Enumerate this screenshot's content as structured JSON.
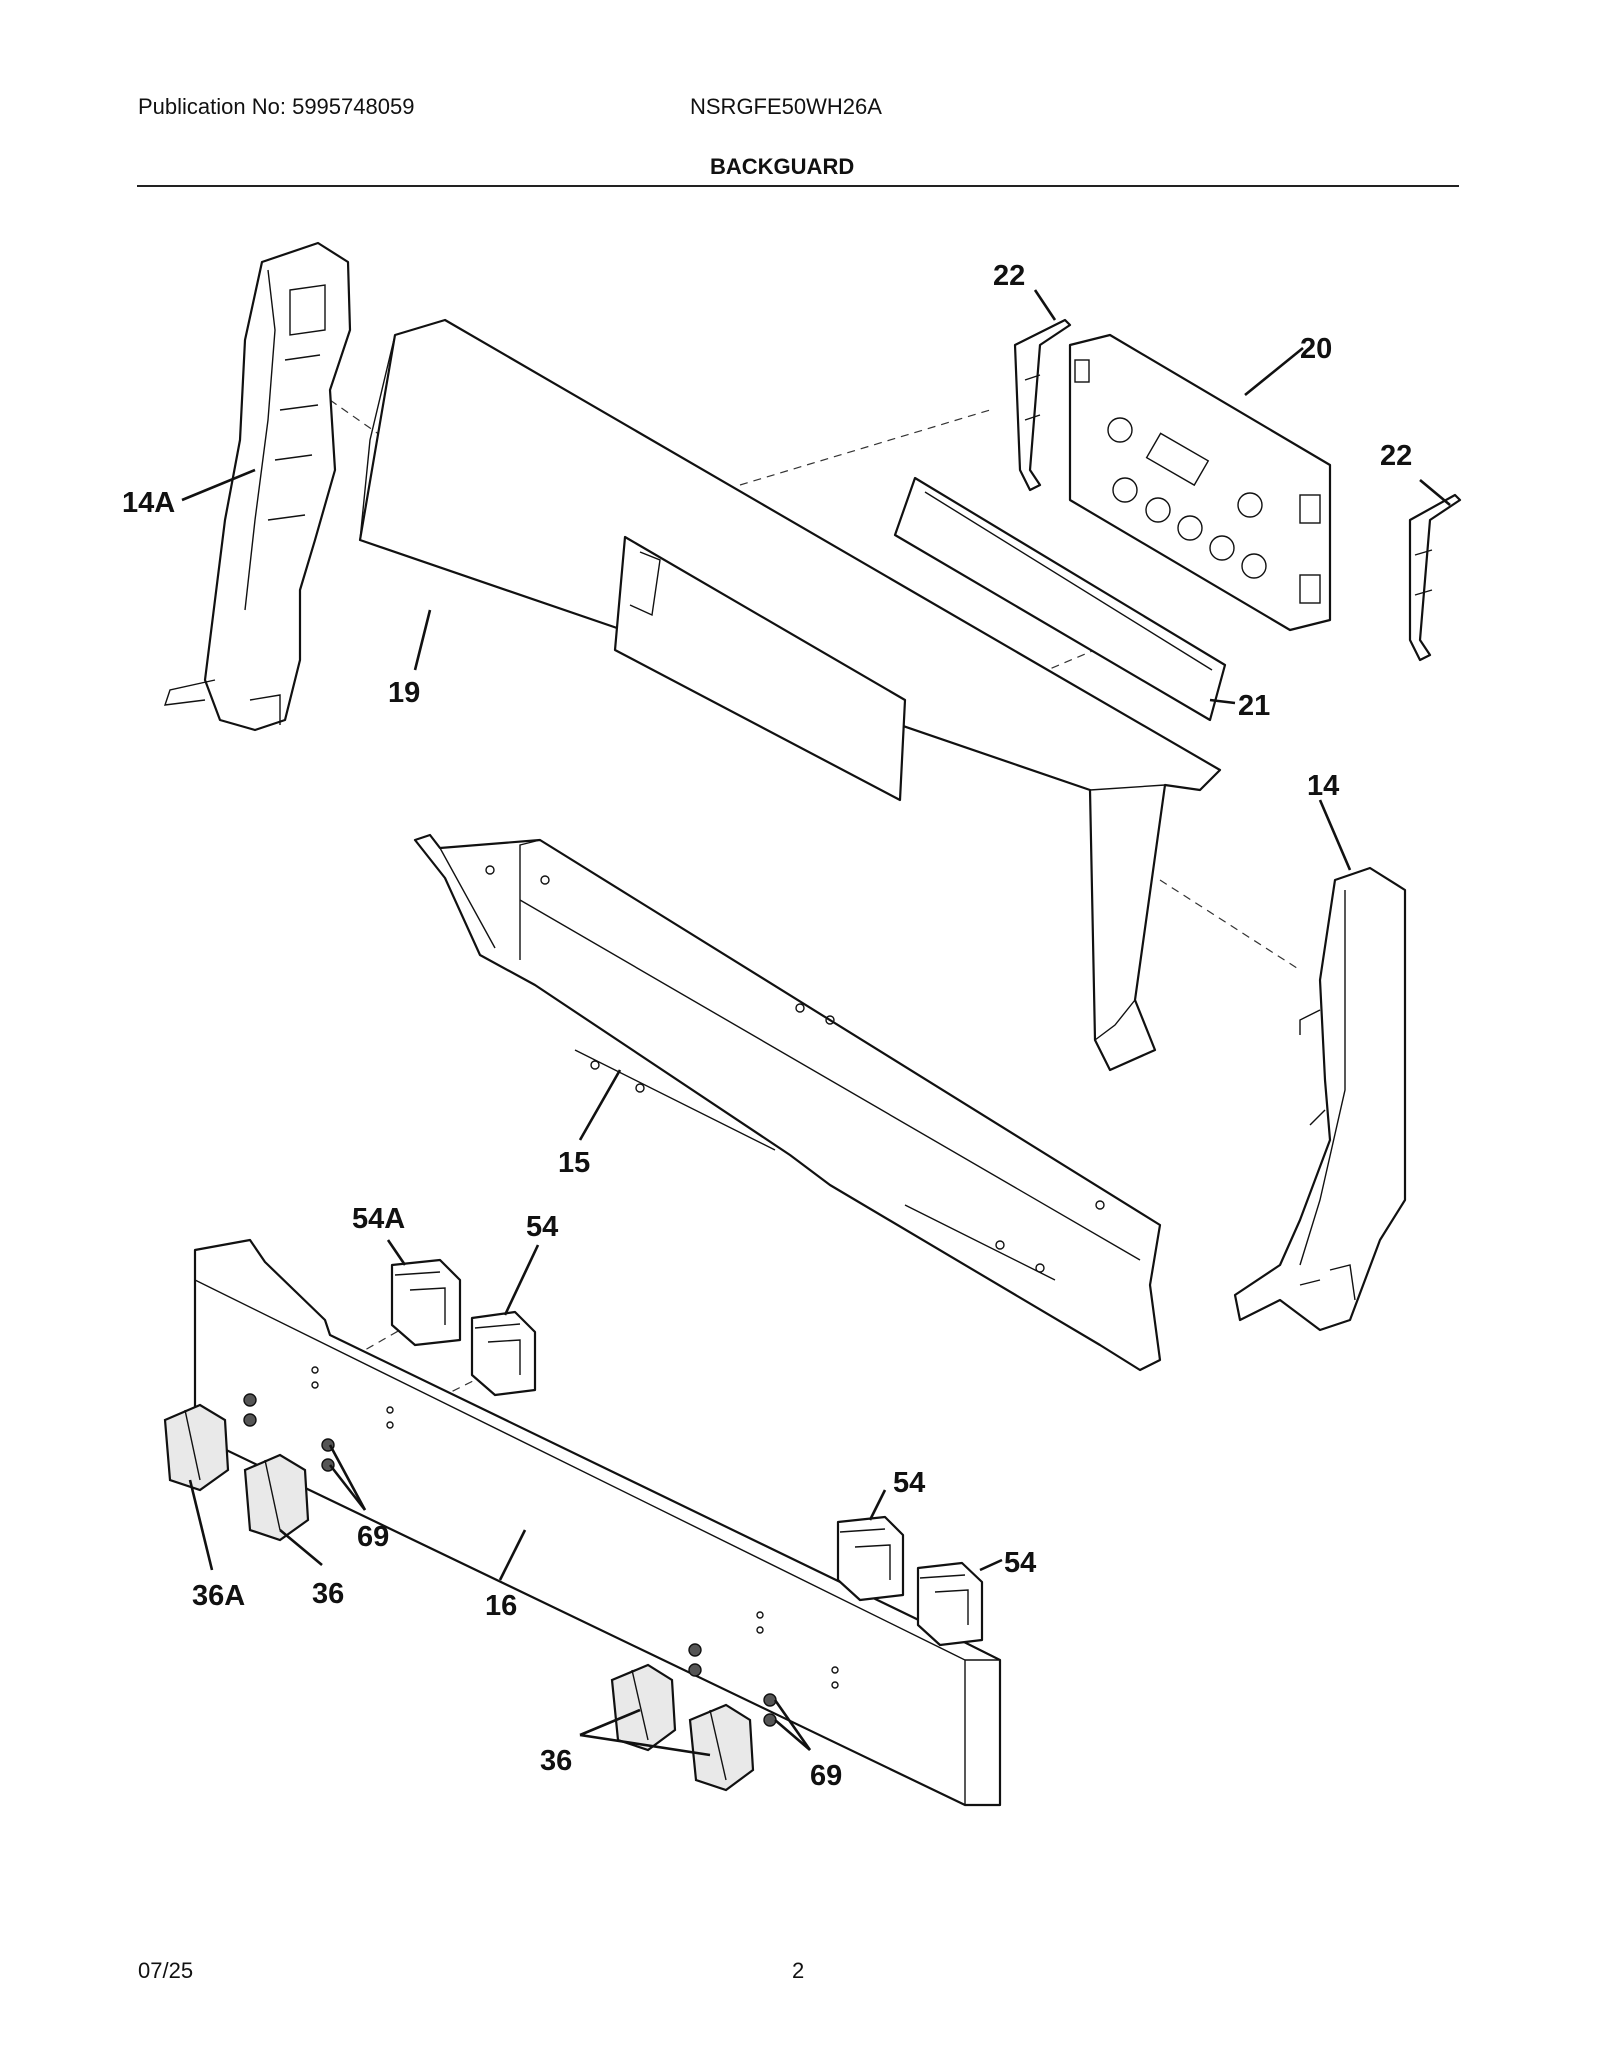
{
  "header": {
    "publication": "Publication No: 5995748059",
    "model": "NSRGFE50WH26A",
    "section_title": "BACKGUARD"
  },
  "footer": {
    "date": "07/25",
    "page_number": "2"
  },
  "callouts": {
    "c14a": "14A",
    "c19": "19",
    "c22a": "22",
    "c20": "20",
    "c22b": "22",
    "c21": "21",
    "c14": "14",
    "c15": "15",
    "c54a": "54A",
    "c54_1": "54",
    "c54_2": "54",
    "c54_3": "54",
    "c69_1": "69",
    "c36a": "36A",
    "c36_1": "36",
    "c16": "16",
    "c36_2": "36",
    "c69_2": "69"
  }
}
